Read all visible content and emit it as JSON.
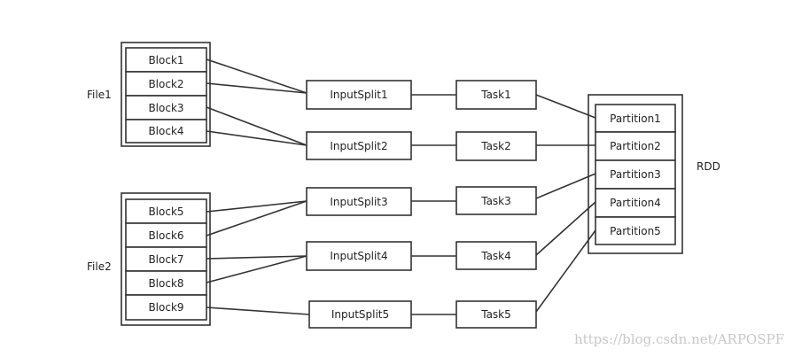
{
  "files": [
    {
      "label": "File1",
      "blocks": [
        "Block1",
        "Block2",
        "Block3",
        "Block4"
      ]
    },
    {
      "label": "File2",
      "blocks": [
        "Block5",
        "Block6",
        "Block7",
        "Block8",
        "Block9"
      ]
    }
  ],
  "input_splits": [
    "InputSplit1",
    "InputSplit2",
    "InputSplit3",
    "InputSplit4",
    "InputSplit5"
  ],
  "tasks": [
    "Task1",
    "Task2",
    "Task3",
    "Task4",
    "Task5"
  ],
  "rdd": {
    "label": "RDD",
    "partitions": [
      "Partition1",
      "Partition2",
      "Partition3",
      "Partition4",
      "Partition5"
    ]
  },
  "watermark": "https://blog.csdn.net/ARPOSPF"
}
